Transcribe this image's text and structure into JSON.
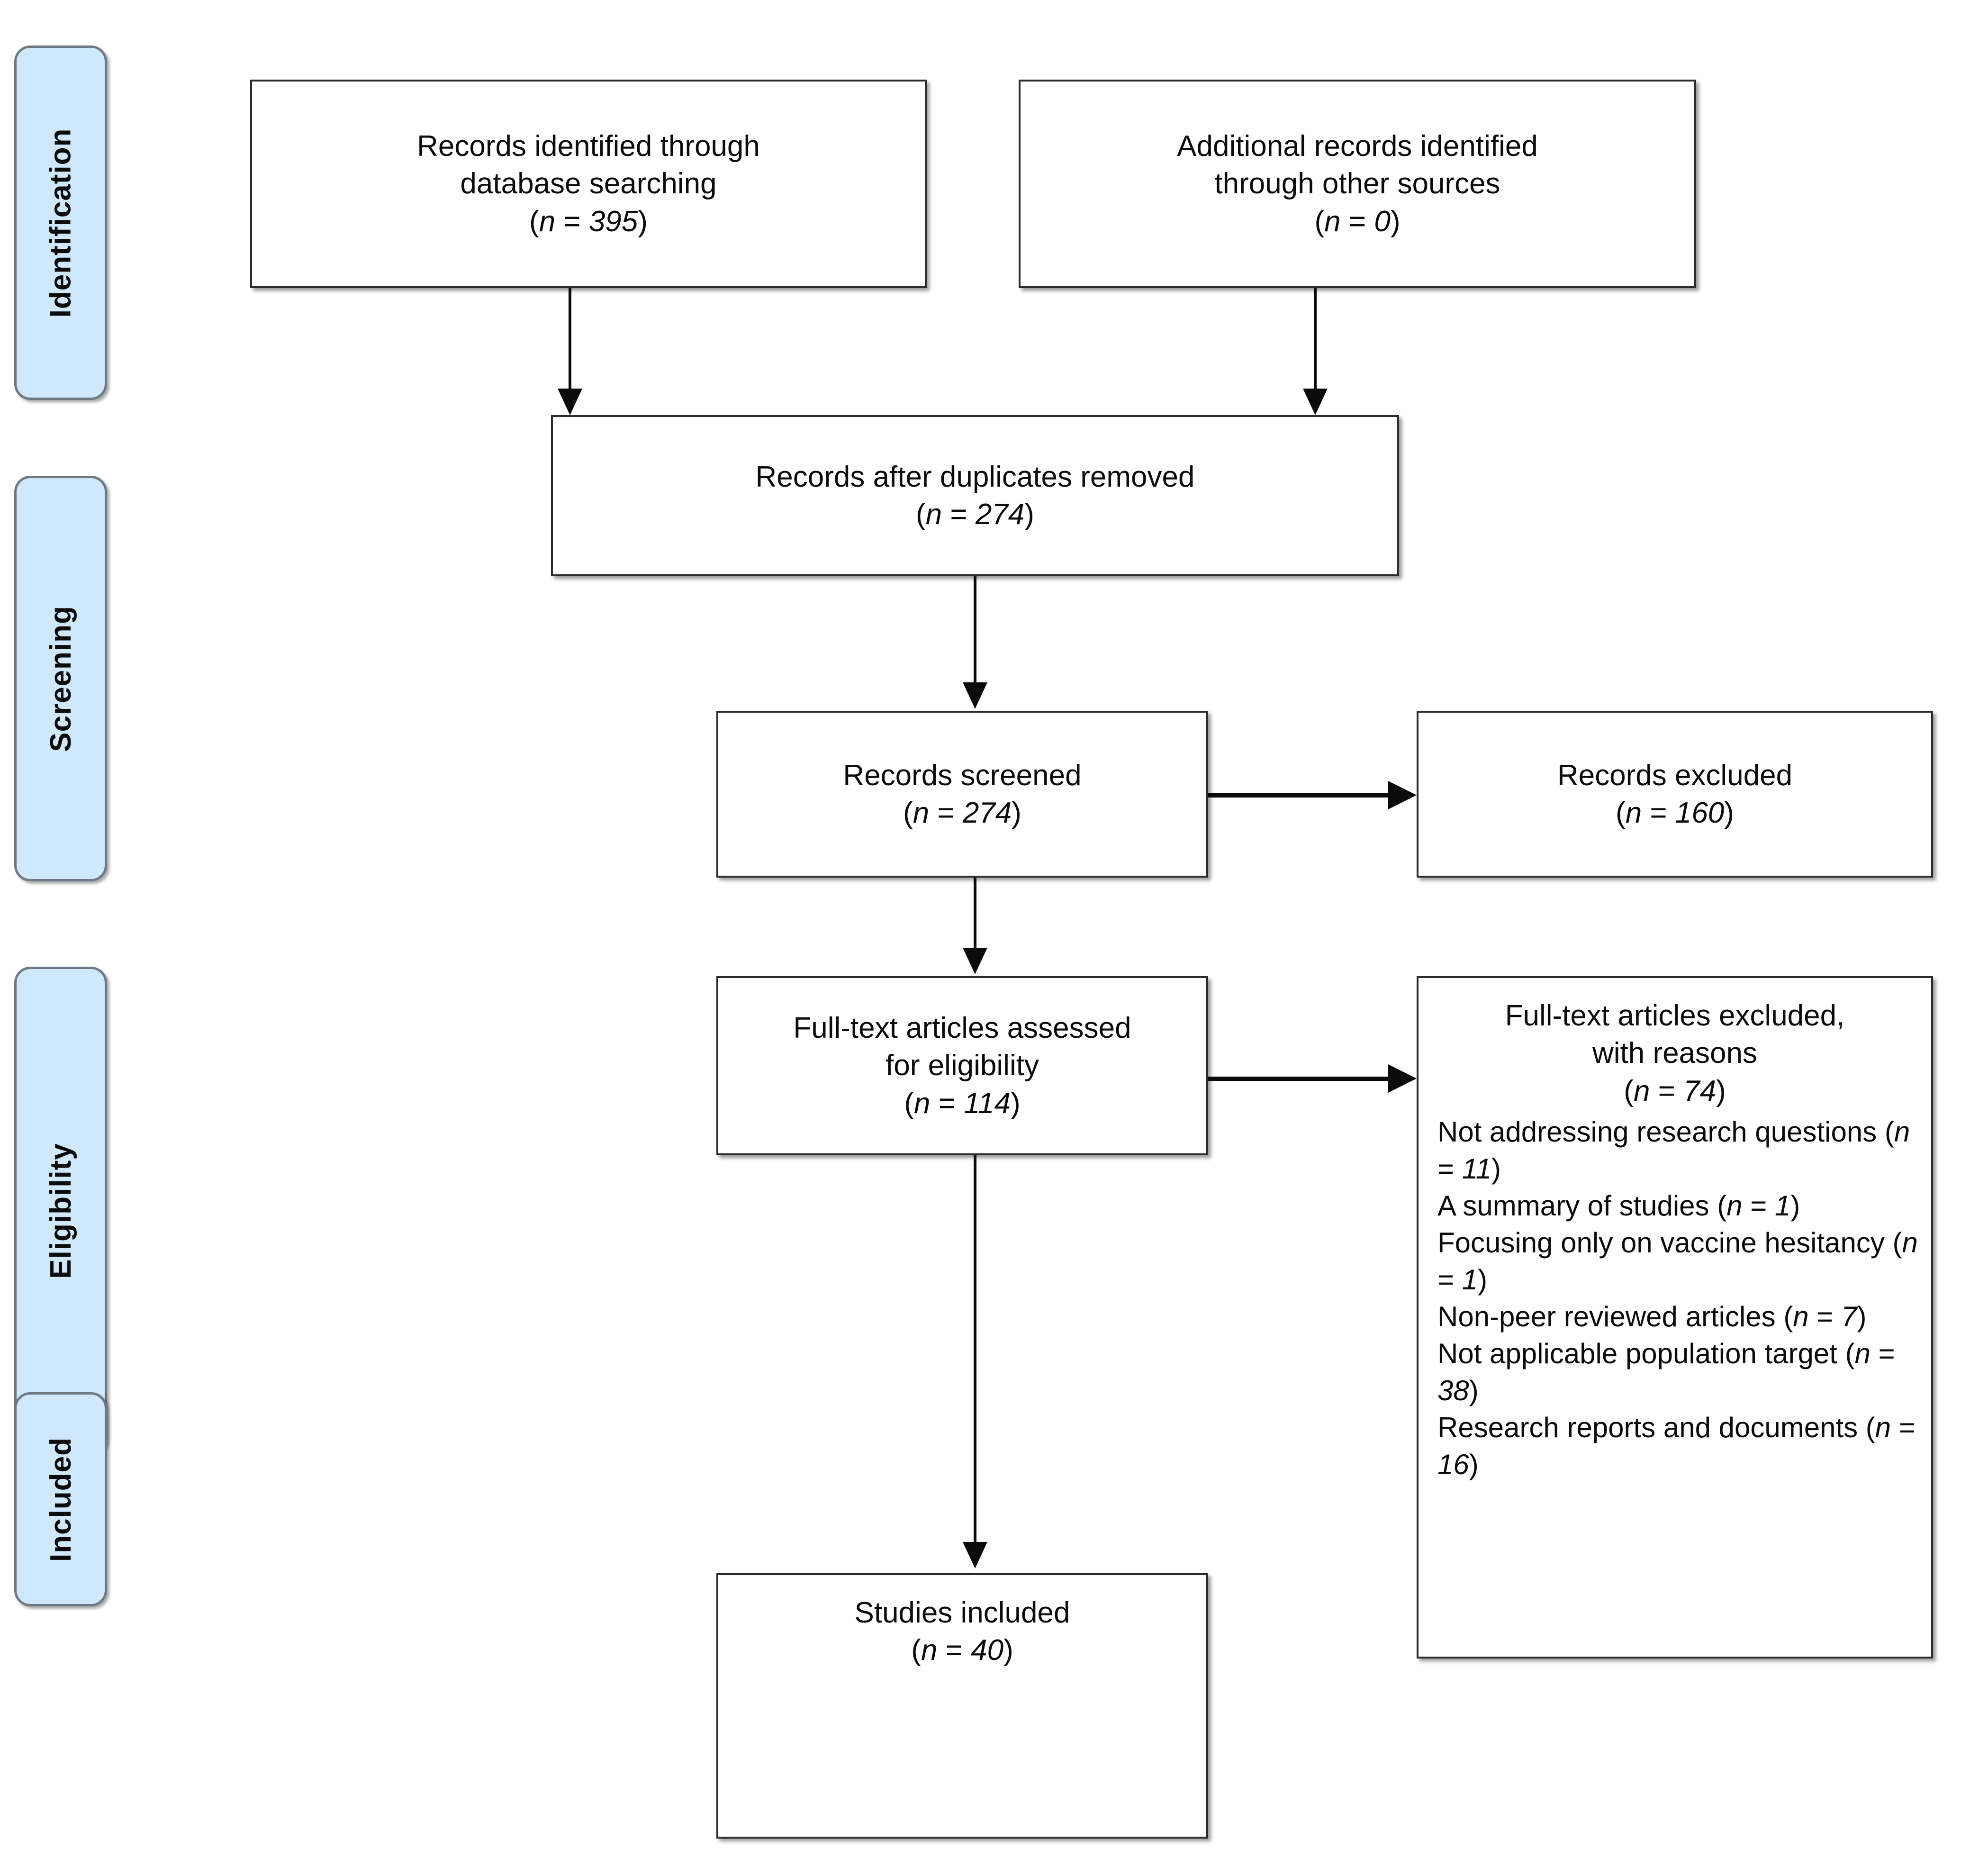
{
  "diagram": {
    "type": "prisma-flow-diagram",
    "stages": [
      {
        "id": "identification",
        "label": "Identification"
      },
      {
        "id": "screening",
        "label": "Screening"
      },
      {
        "id": "eligibility",
        "label": "Eligibility"
      },
      {
        "id": "included",
        "label": "Included"
      }
    ],
    "boxes": {
      "db_search": {
        "line1": "Records identified through",
        "line2": "database searching",
        "count_prefix": "(",
        "count_n": "n",
        "count_eq": " = ",
        "count_value": "395",
        "count_suffix": ")",
        "count_text": "(n = 395)"
      },
      "other_sources": {
        "line1": "Additional records identified",
        "line2": "through other sources",
        "count_text": "(n = 0)"
      },
      "duplicates_removed": {
        "line1": "Records after duplicates removed",
        "count_text": "(n = 274)"
      },
      "records_screened": {
        "line1": "Records screened",
        "count_text": "(n = 274)"
      },
      "records_excluded": {
        "line1": "Records excluded",
        "count_text": "(n = 160)"
      },
      "fulltext_assessed": {
        "line1": "Full-text articles assessed",
        "line2": "for eligibility",
        "count_text": "(n = 114)"
      },
      "fulltext_excluded": {
        "line1": "Full-text articles excluded,",
        "line2": "with reasons",
        "count_text": "(n = 74)",
        "reasons": [
          "Not addressing research questions (n = 11)",
          "A summary of studies (n = 1)",
          "Focusing only on vaccine hesitancy (n = 1)",
          "Non-peer reviewed articles (n = 7)",
          "Not applicable population target (n = 38)",
          "Research reports and documents (n = 16)"
        ]
      },
      "studies_included": {
        "line1": "Studies included",
        "count_text": "(n = 40)"
      }
    },
    "colors": {
      "stage_fill": "#cfe8fb",
      "stage_border": "#6f7983",
      "box_border": "#2c2c2c",
      "text": "#0b0b0b",
      "background": "#ffffff"
    }
  },
  "chart_data": {
    "type": "diagram",
    "title": "PRISMA flow diagram",
    "nodes": [
      {
        "id": "db_search",
        "stage": "Identification",
        "label": "Records identified through database searching",
        "n": 395
      },
      {
        "id": "other_sources",
        "stage": "Identification",
        "label": "Additional records identified through other sources",
        "n": 0
      },
      {
        "id": "duplicates_removed",
        "stage": "Identification",
        "label": "Records after duplicates removed",
        "n": 274
      },
      {
        "id": "records_screened",
        "stage": "Screening",
        "label": "Records screened",
        "n": 274
      },
      {
        "id": "records_excluded",
        "stage": "Screening",
        "label": "Records excluded",
        "n": 160
      },
      {
        "id": "fulltext_assessed",
        "stage": "Eligibility",
        "label": "Full-text articles assessed for eligibility",
        "n": 114
      },
      {
        "id": "fulltext_excluded",
        "stage": "Eligibility",
        "label": "Full-text articles excluded, with reasons",
        "n": 74
      },
      {
        "id": "studies_included",
        "stage": "Included",
        "label": "Studies included",
        "n": 40
      }
    ],
    "edges": [
      {
        "from": "db_search",
        "to": "duplicates_removed"
      },
      {
        "from": "other_sources",
        "to": "duplicates_removed"
      },
      {
        "from": "duplicates_removed",
        "to": "records_screened"
      },
      {
        "from": "records_screened",
        "to": "records_excluded"
      },
      {
        "from": "records_screened",
        "to": "fulltext_assessed"
      },
      {
        "from": "fulltext_assessed",
        "to": "fulltext_excluded"
      },
      {
        "from": "fulltext_assessed",
        "to": "studies_included"
      }
    ],
    "exclusion_reasons": [
      {
        "reason": "Not addressing research questions",
        "n": 11
      },
      {
        "reason": "A summary of studies",
        "n": 1
      },
      {
        "reason": "Focusing only on vaccine hesitancy",
        "n": 1
      },
      {
        "reason": "Non-peer reviewed articles",
        "n": 7
      },
      {
        "reason": "Not applicable population target",
        "n": 38
      },
      {
        "reason": "Research reports and documents",
        "n": 16
      }
    ]
  }
}
